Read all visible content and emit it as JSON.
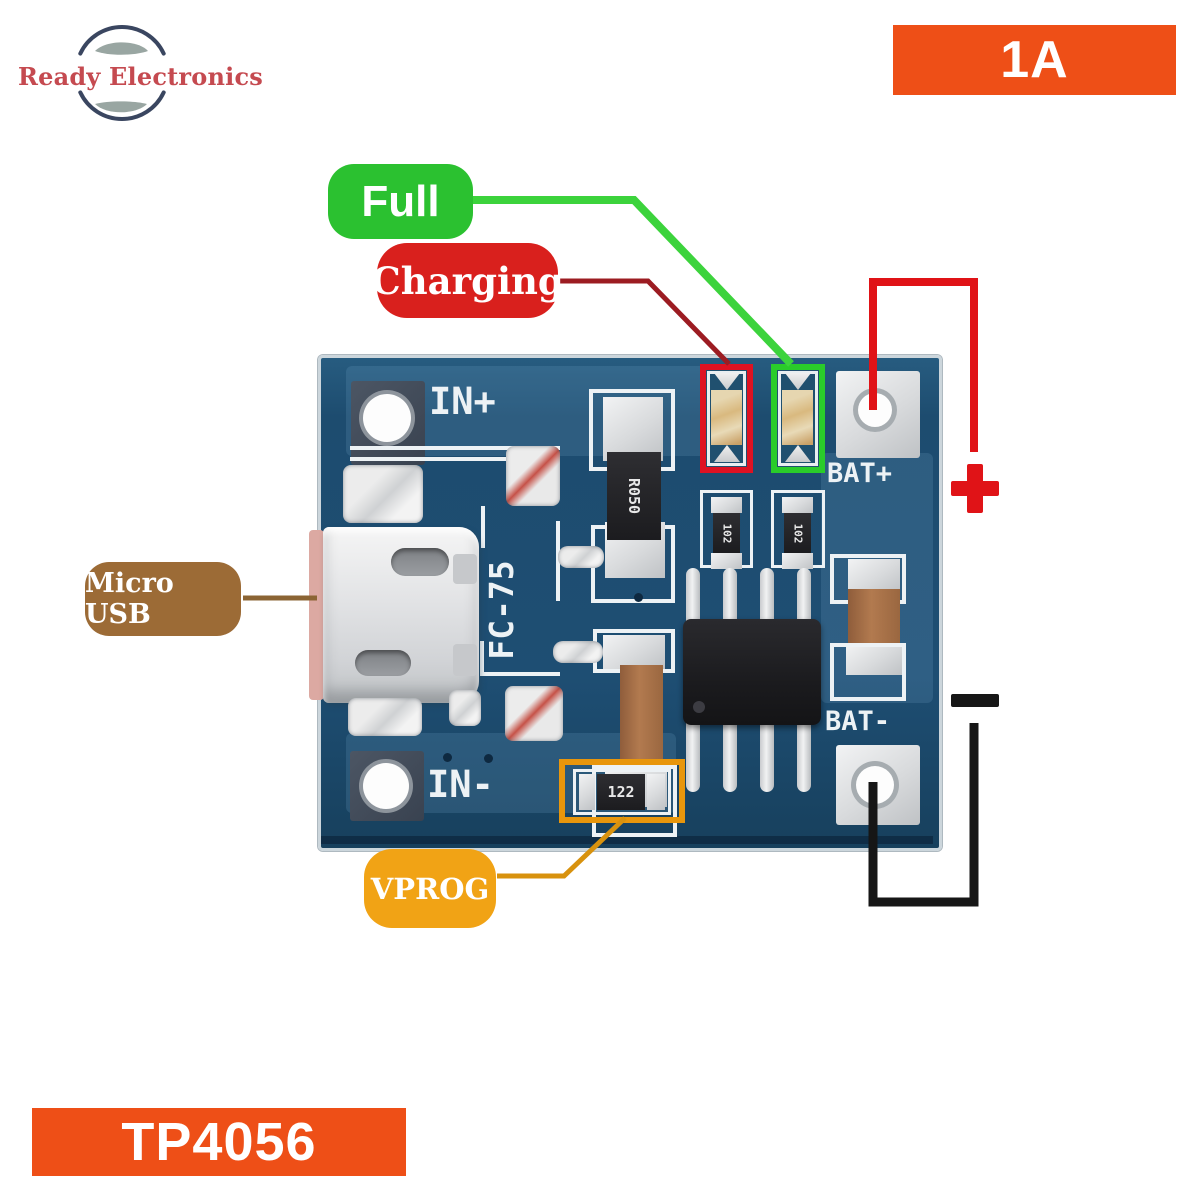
{
  "brand": {
    "logo_text": "Ready Electronics"
  },
  "badges": {
    "current_rating": "1A",
    "part_number": "TP4056"
  },
  "callouts": {
    "full_label": "Full",
    "charging_label": "Charging",
    "micro_usb_label": "Micro USB",
    "vprog_label": "VPROG"
  },
  "pcb": {
    "silkscreen": {
      "in_plus": "IN+",
      "in_minus": "IN-",
      "bat_plus": "BAT+",
      "bat_minus": "BAT-",
      "connector_code": "FC-75"
    },
    "component_markings": {
      "current_set_resistor": "R050",
      "led_resistor_left": "102",
      "led_resistor_right": "102",
      "vprog_resistor": "122"
    }
  },
  "symbols": {
    "battery_positive": "+",
    "battery_negative": "−"
  },
  "colors": {
    "accent_orange": "#EE4F17",
    "badge_green": "#2BC130",
    "badge_red": "#D9201D",
    "badge_brown": "#9C6B36",
    "badge_orange": "#F1A315",
    "wire_red": "#E01317",
    "wire_maroon": "#9C1C22",
    "wire_green": "#3CD33C",
    "wire_black": "#161616",
    "wire_brown": "#8B6434",
    "wire_orange": "#D8920E",
    "outline_red": "#DE1222",
    "outline_green": "#2ACC2A",
    "outline_orange": "#E8960C",
    "pcb_blue": "#1E4E73",
    "silkscreen_white": "#EDF2F5",
    "logo_red": "#C54A50",
    "logo_navy": "#3A4660",
    "logo_gray": "#99A6A2",
    "cap_brown": "#A8734A"
  }
}
